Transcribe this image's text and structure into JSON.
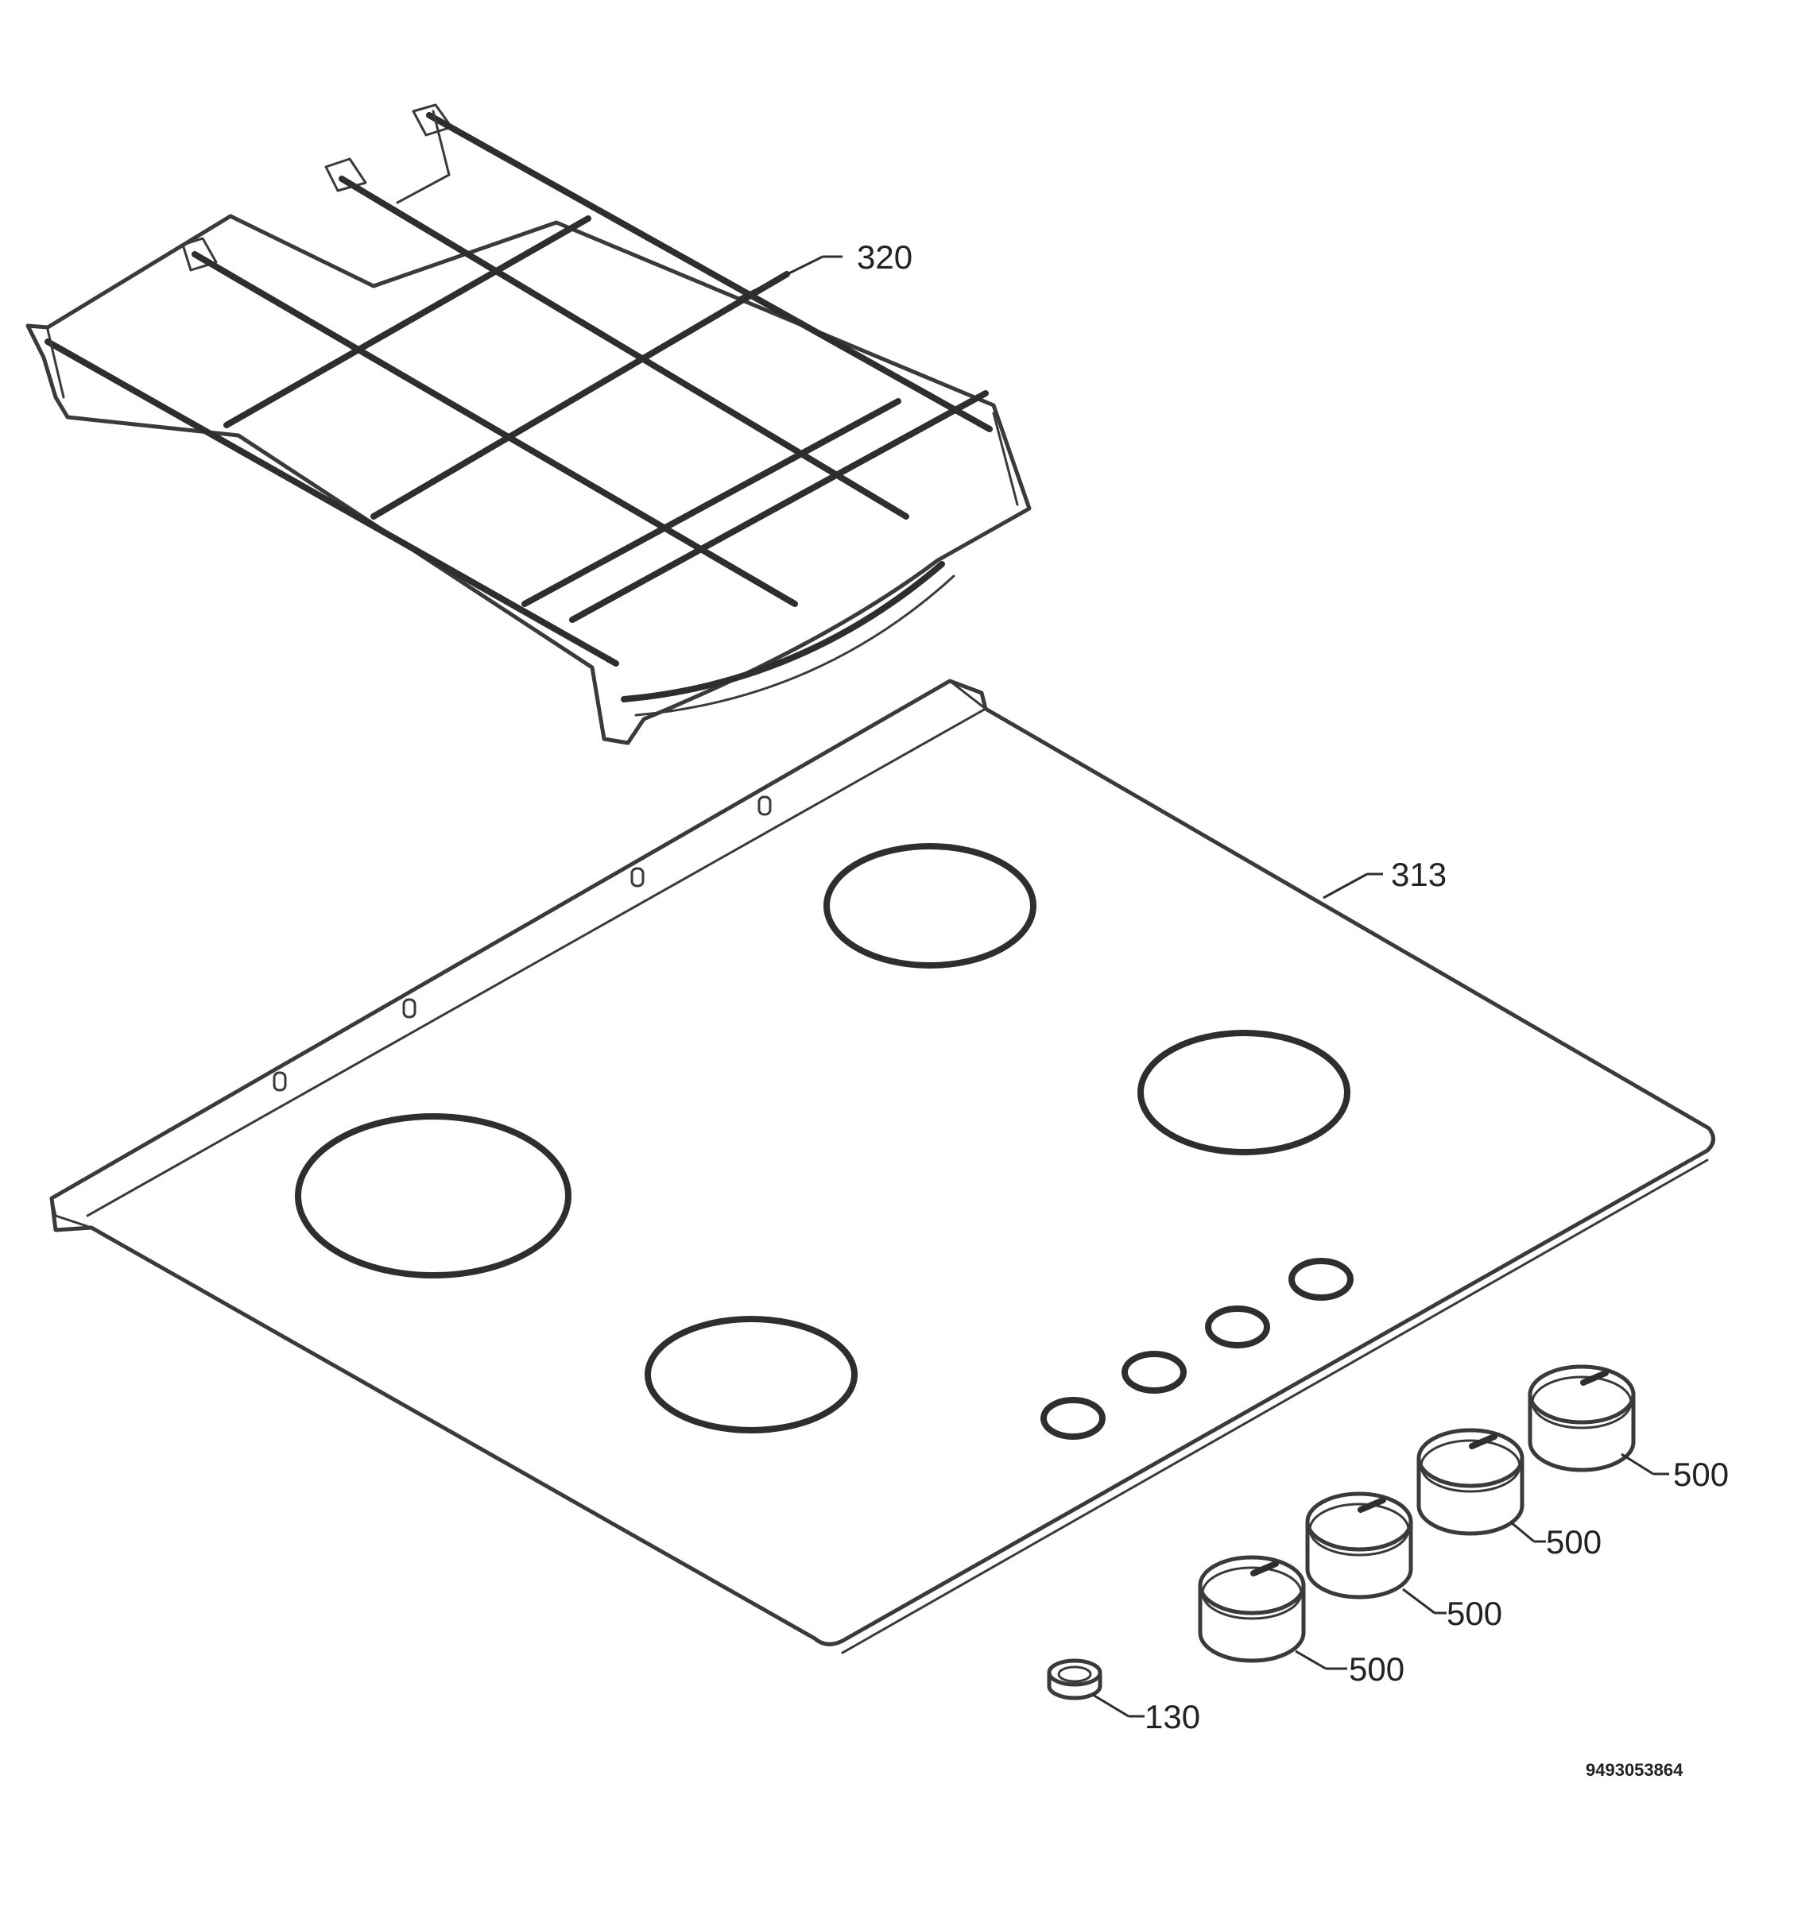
{
  "callouts": {
    "grate": "320",
    "hob_top": "313",
    "knob_1": "500",
    "knob_2": "500",
    "knob_3": "500",
    "knob_4": "500",
    "seal": "130"
  },
  "document_number": "9493053864"
}
